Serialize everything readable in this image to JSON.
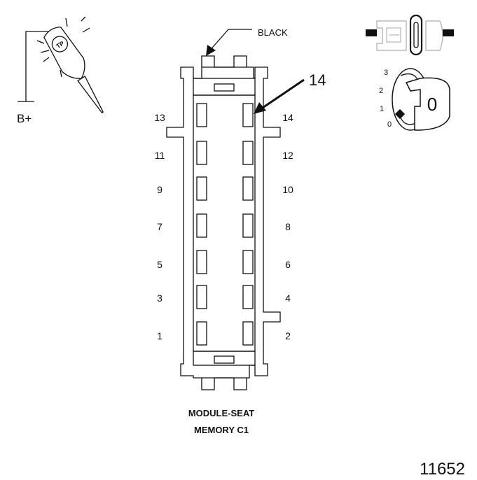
{
  "probe": {
    "label": "B+",
    "tool_marking": "TP"
  },
  "connector": {
    "housing_color_label": "BLACK",
    "callout_pin": "14",
    "name_line1": "MODULE-SEAT",
    "name_line2": "MEMORY C1",
    "left_pins": [
      "13",
      "11",
      "9",
      "7",
      "5",
      "3",
      "1"
    ],
    "right_pins": [
      "14",
      "12",
      "10",
      "8",
      "6",
      "4",
      "2"
    ]
  },
  "ignition": {
    "positions": [
      "3",
      "2",
      "1",
      "0"
    ],
    "key_position": "0"
  },
  "figure_number": "11652"
}
